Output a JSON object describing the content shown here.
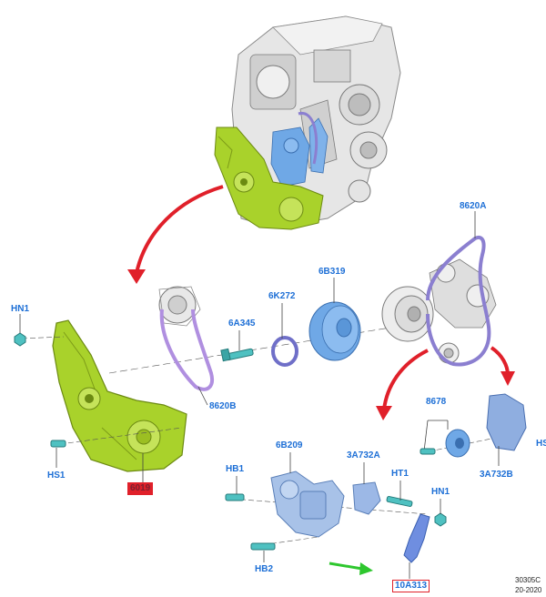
{
  "colors": {
    "label": "#1d6fd6",
    "highlight_box": "#e0202a",
    "arrow_red": "#e0202a",
    "arrow_green": "#2ec72e",
    "cover_green": "#a9d22b",
    "part_blue": "#6fa8e6",
    "belt_purple": "#8b7fd0",
    "engine_grey": "#d9d9d9"
  },
  "labels": {
    "hn1_left": "HN1",
    "hs1": "HS1",
    "cover_part": "6019",
    "belt_8620b": "8620B",
    "stud_6a345": "6A345",
    "seal_6k272": "6K272",
    "pulley_6b319": "6B319",
    "belt_8620a": "8620A",
    "idler_8678": "8678",
    "bracket_3a732b": "3A732B",
    "hs_right": "HS",
    "hb1": "HB1",
    "tensioner_6b209": "6B209",
    "bracket_3a732a": "3A732A",
    "ht1": "HT1",
    "hn1_right": "HN1",
    "hb2": "HB2",
    "bracket_10a313": "10A313"
  },
  "figure_code": {
    "line1": "30305C",
    "line2": "20-2020"
  }
}
